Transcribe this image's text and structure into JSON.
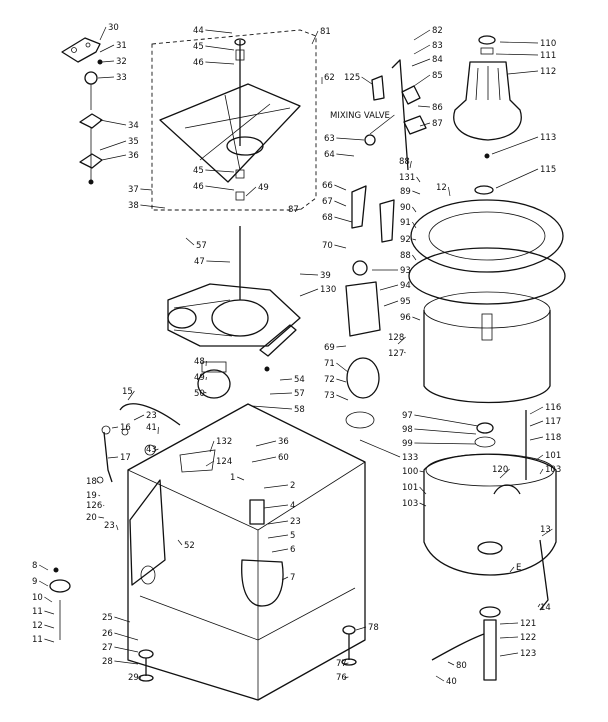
{
  "diagram": {
    "callouts": [
      {
        "id": "c30",
        "text": "30"
      },
      {
        "id": "c31",
        "text": "31"
      },
      {
        "id": "c32",
        "text": "32"
      },
      {
        "id": "c33",
        "text": "33"
      },
      {
        "id": "c34",
        "text": "34"
      },
      {
        "id": "c35",
        "text": "35"
      },
      {
        "id": "c36",
        "text": "36"
      },
      {
        "id": "c37",
        "text": "37"
      },
      {
        "id": "c38",
        "text": "38"
      },
      {
        "id": "c57a",
        "text": "57"
      },
      {
        "id": "c47",
        "text": "47"
      },
      {
        "id": "c44",
        "text": "44"
      },
      {
        "id": "c45",
        "text": "45"
      },
      {
        "id": "c46",
        "text": "46"
      },
      {
        "id": "c81",
        "text": "81"
      },
      {
        "id": "c62",
        "text": "62"
      },
      {
        "id": "c45b",
        "text": "45"
      },
      {
        "id": "c46b",
        "text": "46"
      },
      {
        "id": "c49b",
        "text": "49"
      },
      {
        "id": "c87",
        "text": "87"
      },
      {
        "id": "c125",
        "text": "125"
      },
      {
        "id": "c82",
        "text": "82"
      },
      {
        "id": "c83",
        "text": "83"
      },
      {
        "id": "c84",
        "text": "84"
      },
      {
        "id": "c85",
        "text": "85"
      },
      {
        "id": "c86",
        "text": "86"
      },
      {
        "id": "c87b",
        "text": "87"
      },
      {
        "id": "cmv",
        "text": "MIXING VALVE"
      },
      {
        "id": "c63",
        "text": "63"
      },
      {
        "id": "c64",
        "text": "64"
      },
      {
        "id": "c110",
        "text": "110"
      },
      {
        "id": "c111",
        "text": "111"
      },
      {
        "id": "c112",
        "text": "112"
      },
      {
        "id": "c113",
        "text": "113"
      },
      {
        "id": "c115",
        "text": "115"
      },
      {
        "id": "c88",
        "text": "88"
      },
      {
        "id": "c131",
        "text": "131"
      },
      {
        "id": "c89",
        "text": "89"
      },
      {
        "id": "c12",
        "text": "12"
      },
      {
        "id": "c90",
        "text": "90"
      },
      {
        "id": "c91",
        "text": "91"
      },
      {
        "id": "c92",
        "text": "92"
      },
      {
        "id": "c66",
        "text": "66"
      },
      {
        "id": "c67",
        "text": "67"
      },
      {
        "id": "c68",
        "text": "68"
      },
      {
        "id": "c70",
        "text": "70"
      },
      {
        "id": "c88b",
        "text": "88"
      },
      {
        "id": "c93",
        "text": "93"
      },
      {
        "id": "c94",
        "text": "94"
      },
      {
        "id": "c95",
        "text": "95"
      },
      {
        "id": "c96",
        "text": "96"
      },
      {
        "id": "c39",
        "text": "39"
      },
      {
        "id": "c130",
        "text": "130"
      },
      {
        "id": "c69",
        "text": "69"
      },
      {
        "id": "c71",
        "text": "71"
      },
      {
        "id": "c72",
        "text": "72"
      },
      {
        "id": "c73",
        "text": "73"
      },
      {
        "id": "c128",
        "text": "128"
      },
      {
        "id": "c127",
        "text": "127"
      },
      {
        "id": "c48",
        "text": "48"
      },
      {
        "id": "c49",
        "text": "49"
      },
      {
        "id": "c50",
        "text": "50"
      },
      {
        "id": "c54",
        "text": "54"
      },
      {
        "id": "c57b",
        "text": "57"
      },
      {
        "id": "c58",
        "text": "58"
      },
      {
        "id": "c15",
        "text": "15"
      },
      {
        "id": "c23a",
        "text": "23"
      },
      {
        "id": "c16",
        "text": "16"
      },
      {
        "id": "c41",
        "text": "41"
      },
      {
        "id": "c43",
        "text": "43"
      },
      {
        "id": "c17",
        "text": "17"
      },
      {
        "id": "c18",
        "text": "18"
      },
      {
        "id": "c19",
        "text": "19"
      },
      {
        "id": "c126",
        "text": "126"
      },
      {
        "id": "c20",
        "text": "20"
      },
      {
        "id": "c132",
        "text": "132"
      },
      {
        "id": "c124",
        "text": "124"
      },
      {
        "id": "c36b",
        "text": "36"
      },
      {
        "id": "c60",
        "text": "60"
      },
      {
        "id": "c1",
        "text": "1"
      },
      {
        "id": "c2",
        "text": "2"
      },
      {
        "id": "c4",
        "text": "4"
      },
      {
        "id": "c23b",
        "text": "23"
      },
      {
        "id": "c5",
        "text": "5"
      },
      {
        "id": "c6",
        "text": "6"
      },
      {
        "id": "c52",
        "text": "52"
      },
      {
        "id": "c7",
        "text": "7"
      },
      {
        "id": "c23c",
        "text": "23"
      },
      {
        "id": "c97",
        "text": "97"
      },
      {
        "id": "c98",
        "text": "98"
      },
      {
        "id": "c99",
        "text": "99"
      },
      {
        "id": "c133",
        "text": "133"
      },
      {
        "id": "c100",
        "text": "100"
      },
      {
        "id": "c116",
        "text": "116"
      },
      {
        "id": "c117",
        "text": "117"
      },
      {
        "id": "c118",
        "text": "118"
      },
      {
        "id": "c101",
        "text": "101"
      },
      {
        "id": "c103",
        "text": "103"
      },
      {
        "id": "c120",
        "text": "120"
      },
      {
        "id": "c101b",
        "text": "101"
      },
      {
        "id": "c103b",
        "text": "103"
      },
      {
        "id": "c13",
        "text": "13"
      },
      {
        "id": "c14",
        "text": "14"
      },
      {
        "id": "c121",
        "text": "121"
      },
      {
        "id": "c122",
        "text": "122"
      },
      {
        "id": "c123",
        "text": "123"
      },
      {
        "id": "c80",
        "text": "80"
      },
      {
        "id": "c40",
        "text": "40"
      },
      {
        "id": "c8",
        "text": "8"
      },
      {
        "id": "c9",
        "text": "9"
      },
      {
        "id": "c10",
        "text": "10"
      },
      {
        "id": "c11a",
        "text": "11"
      },
      {
        "id": "c12b",
        "text": "12"
      },
      {
        "id": "c11b",
        "text": "11"
      },
      {
        "id": "c25",
        "text": "25"
      },
      {
        "id": "c26",
        "text": "26"
      },
      {
        "id": "c27",
        "text": "27"
      },
      {
        "id": "c28",
        "text": "28"
      },
      {
        "id": "c29",
        "text": "29"
      },
      {
        "id": "c78",
        "text": "78"
      },
      {
        "id": "c77",
        "text": "77"
      },
      {
        "id": "c76",
        "text": "76"
      },
      {
        "id": "cE",
        "text": "E"
      }
    ]
  }
}
